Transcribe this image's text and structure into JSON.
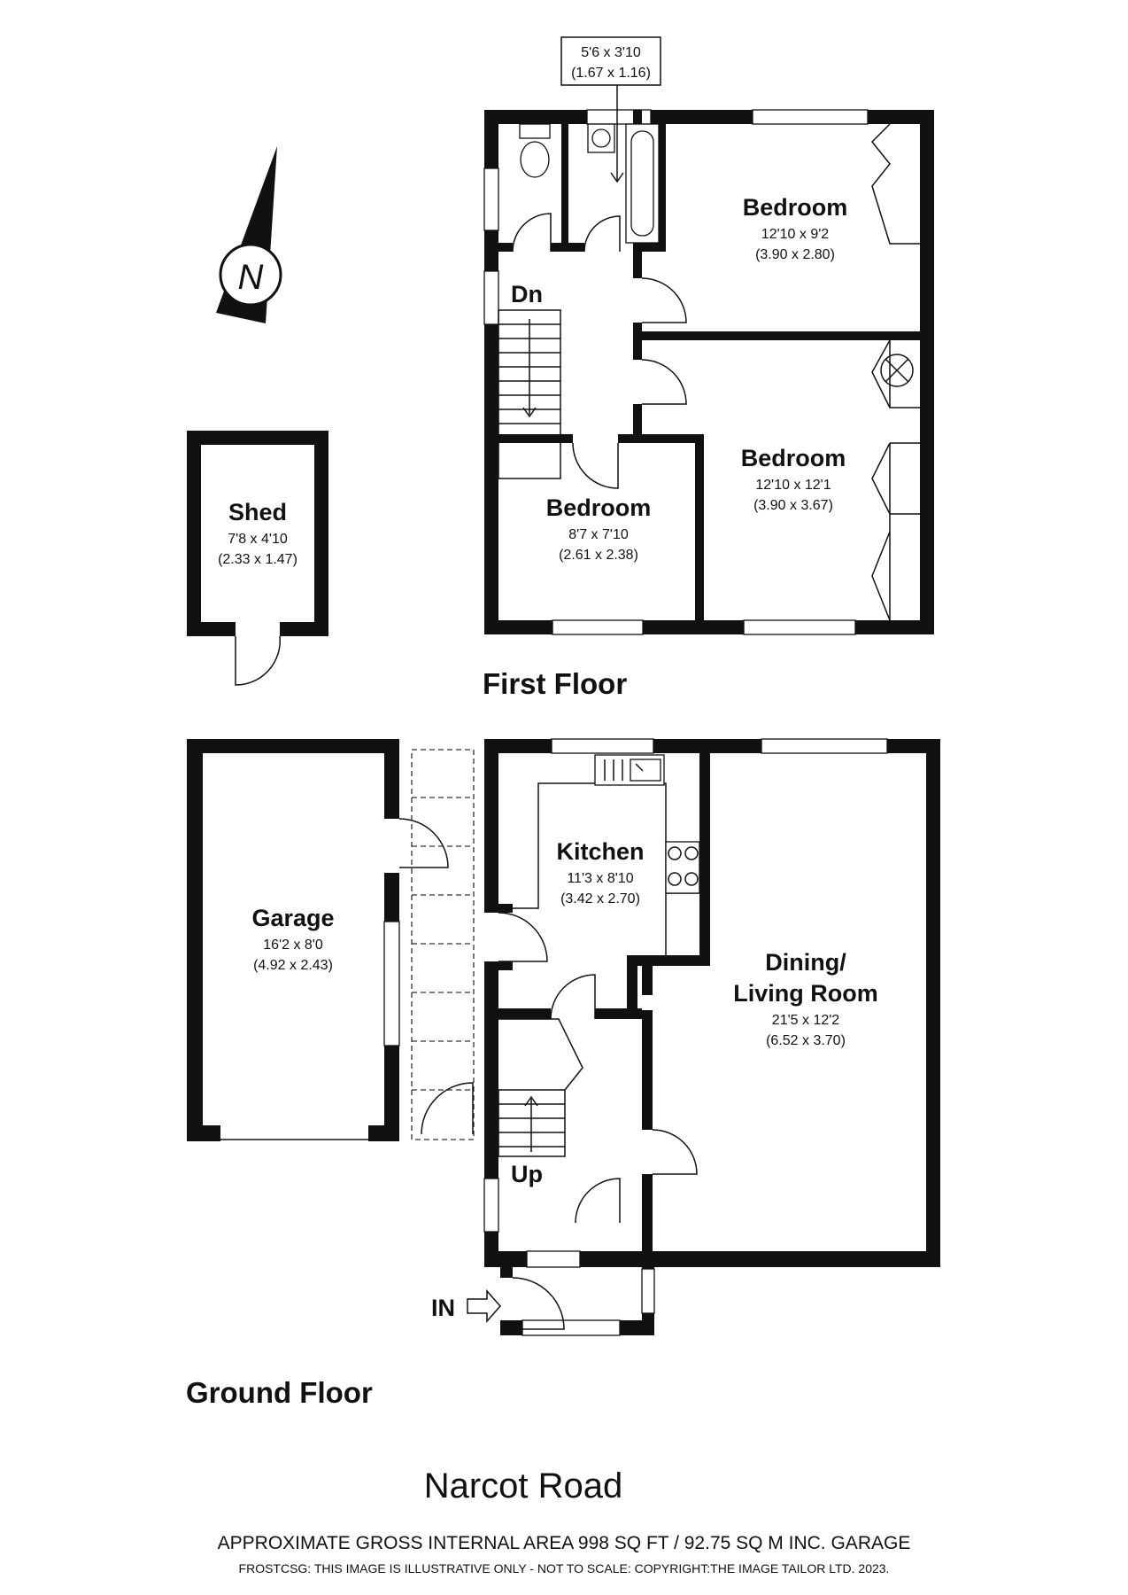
{
  "property": {
    "street": "Narcot Road",
    "area_note": "APPROXIMATE GROSS INTERNAL AREA 998 SQ FT / 92.75 SQ M INC. GARAGE",
    "copyright": "FROSTCSG: THIS IMAGE IS ILLUSTRATIVE ONLY - NOT TO SCALE: COPYRIGHT:THE IMAGE TAILOR LTD. 2023."
  },
  "compass": {
    "letter": "N",
    "icon": "north-arrow-icon"
  },
  "first_floor": {
    "label": "First Floor",
    "bathroom": {
      "dim_imperial": "5'6 x 3'10",
      "dim_metric": "(1.67 x 1.16)"
    },
    "stairs_label": "Dn",
    "bedroom_1": {
      "name": "Bedroom",
      "dim_imperial": "12'10 x 9'2",
      "dim_metric": "(3.90 x 2.80)"
    },
    "bedroom_2": {
      "name": "Bedroom",
      "dim_imperial": "12'10 x 12'1",
      "dim_metric": "(3.90 x 3.67)"
    },
    "bedroom_3": {
      "name": "Bedroom",
      "dim_imperial": "8'7 x 7'10",
      "dim_metric": "(2.61 x 2.38)"
    }
  },
  "shed": {
    "name": "Shed",
    "dim_imperial": "7'8 x 4'10",
    "dim_metric": "(2.33 x 1.47)"
  },
  "ground_floor": {
    "label": "Ground Floor",
    "garage": {
      "name": "Garage",
      "dim_imperial": "16'2 x 8'0",
      "dim_metric": "(4.92 x 2.43)"
    },
    "kitchen": {
      "name": "Kitchen",
      "dim_imperial": "11'3 x 8'10",
      "dim_metric": "(3.42 x 2.70)"
    },
    "living": {
      "name_line1": "Dining/",
      "name_line2": "Living Room",
      "dim_imperial": "21'5 x 12'2",
      "dim_metric": "(6.52 x 3.70)"
    },
    "stairs_label": "Up",
    "entrance_label": "IN"
  }
}
